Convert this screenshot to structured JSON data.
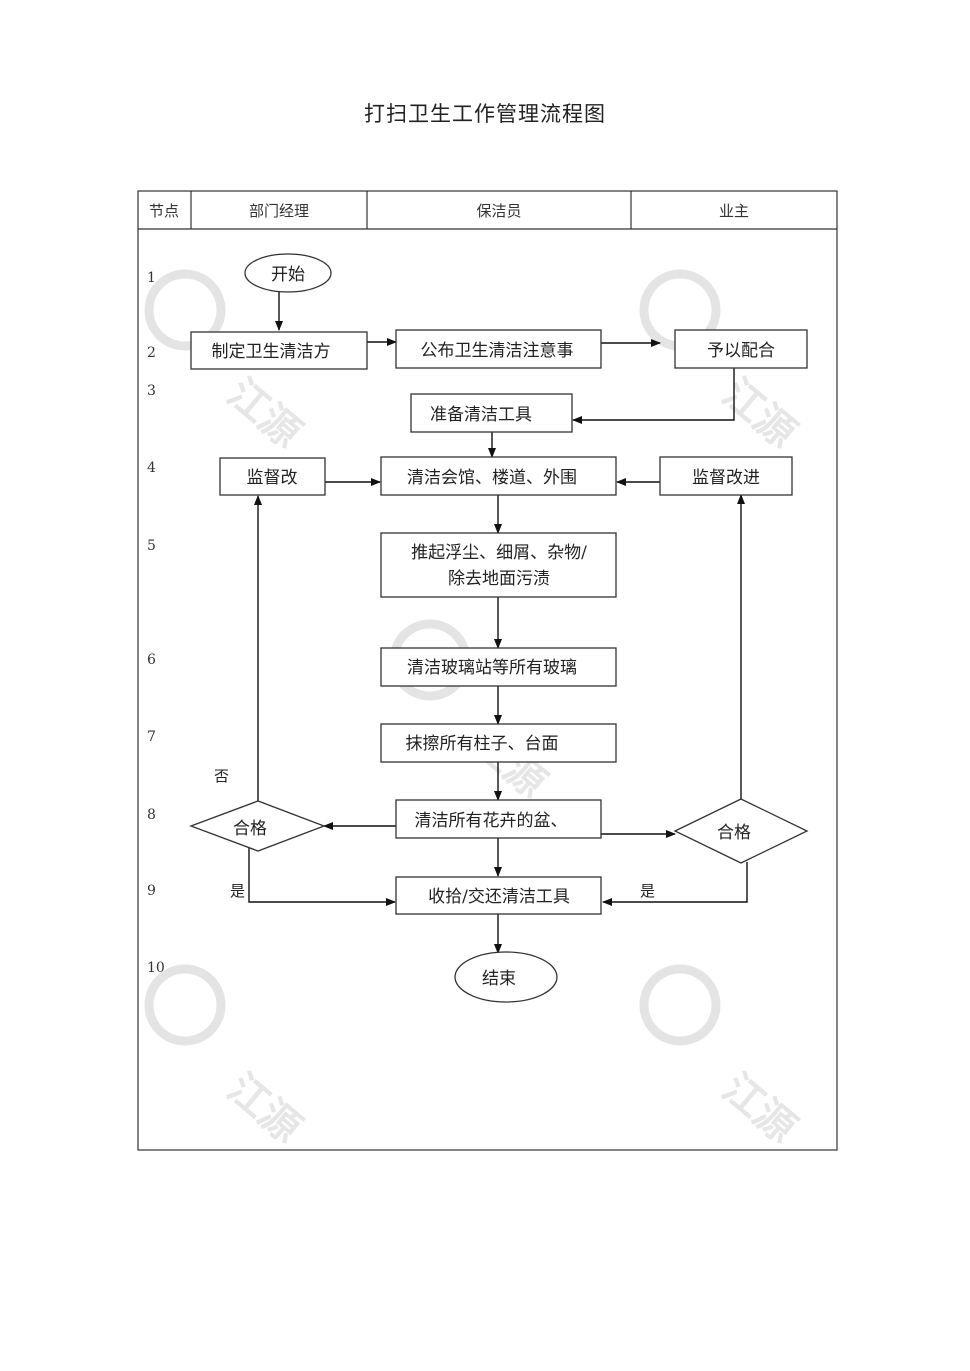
{
  "title": "打扫卫生工作管理流程图",
  "columns": [
    "节点",
    "部门经理",
    "保洁员",
    "业主"
  ],
  "rows": [
    "1",
    "2",
    "3",
    "4",
    "5",
    "6",
    "7",
    "8",
    "9",
    "10"
  ],
  "nodes": {
    "start": "开始",
    "plan": "制定卫生清洁方",
    "announce": "公布卫生清洁注意事",
    "cooperate": "予以配合",
    "prepare": "准备清洁工具",
    "supervise_left": "监督改",
    "clean_hall": "清洁会馆、楼道、外围",
    "supervise_right": "监督改进",
    "dust_line1": "推起浮尘、细屑、杂物/",
    "dust_line2": "除去地面污渍",
    "glass": "清洁玻璃站等所有玻璃",
    "pillars": "抹擦所有柱子、台面",
    "flowers": "清洁所有花卉的盆、",
    "qualified_left": "合格",
    "qualified_right": "合格",
    "collect": "收拾/交还清洁工具",
    "end": "结束"
  },
  "edge_labels": {
    "no": "否",
    "yes_left": "是",
    "yes_right": "是"
  },
  "watermark": "江源"
}
